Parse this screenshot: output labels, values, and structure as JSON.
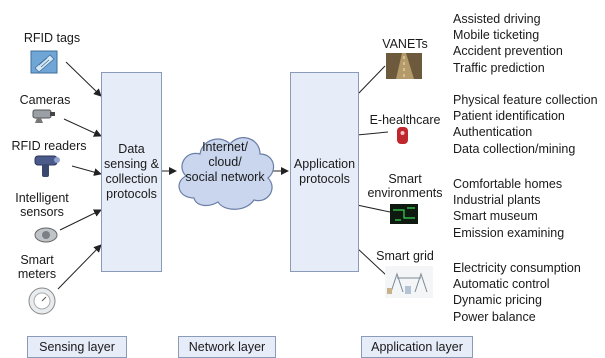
{
  "sensing": {
    "sources": [
      {
        "label": "RFID tags",
        "icon": "rfid-tag-icon"
      },
      {
        "label": "Cameras",
        "icon": "camera-icon"
      },
      {
        "label": "RFID readers",
        "icon": "rfid-reader-icon"
      },
      {
        "label": "Intelligent\nsensors",
        "icon": "sensor-icon"
      },
      {
        "label": "Smart\nmeters",
        "icon": "smart-meter-icon"
      }
    ],
    "protocol_box": "Data\nsensing &\ncollection\nprotocols"
  },
  "network": {
    "cloud": "Internet/\ncloud/\nsocial network"
  },
  "application": {
    "protocol_box": "Application\nprotocols",
    "domains": [
      {
        "label": "VANETs",
        "icon": "road-traffic-icon",
        "items": [
          "Assisted driving",
          "Mobile ticketing",
          "Accident prevention",
          "Traffic prediction"
        ]
      },
      {
        "label": "E-healthcare",
        "icon": "health-device-icon",
        "items": [
          "Physical feature collection",
          "Patient identification",
          "Authentication",
          "Data collection/mining"
        ]
      },
      {
        "label": "Smart\nenvironments",
        "icon": "circuit-board-icon",
        "items": [
          "Comfortable homes",
          "Industrial plants",
          "Smart museum",
          "Emission examining"
        ]
      },
      {
        "label": "Smart grid",
        "icon": "power-grid-icon",
        "items": [
          "Electricity consumption",
          "Automatic control",
          "Dynamic pricing",
          "Power balance"
        ]
      }
    ]
  },
  "layers": {
    "sensing": "Sensing layer",
    "network": "Network layer",
    "application": "Application layer"
  },
  "colors": {
    "box_fill": "#e6ecf8",
    "box_border": "#8a9bb8",
    "cloud_fill": "#c9d6ee",
    "arrow": "#222222"
  }
}
